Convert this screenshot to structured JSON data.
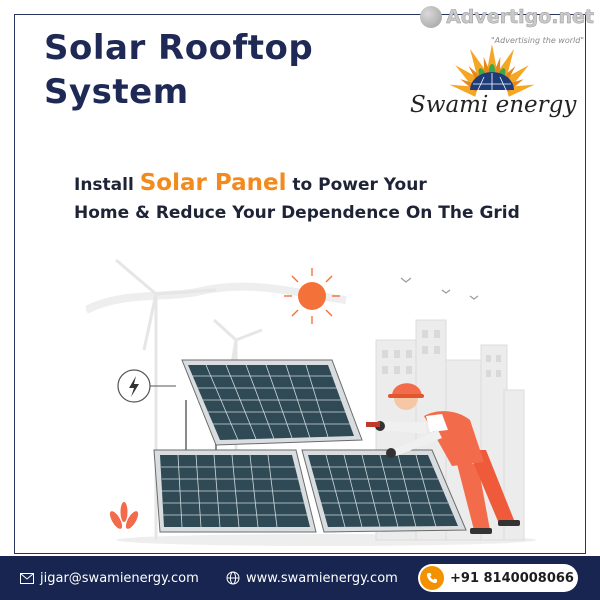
{
  "header": {
    "title_line1": "Solar Rooftop",
    "title_line2": "System"
  },
  "watermark": {
    "brand": "Advertigo.net",
    "tagline": "\"Advertising  the world\""
  },
  "logo": {
    "name": "Swami energy"
  },
  "headline": {
    "line1_prefix": "Install ",
    "line1_highlight": "Solar Panel",
    "line1_suffix": " to Power Your",
    "line2": "Home  & Reduce Your Dependence On The Grid"
  },
  "footer": {
    "email": "jigar@swamienergy.com",
    "website": "www.swamienergy.com",
    "phone": "+91 8140008066"
  },
  "colors": {
    "navy": "#172550",
    "accent_orange": "#f28a1d",
    "sun": "#f4713a"
  },
  "icons": [
    "mail-icon",
    "globe-icon",
    "phone-icon",
    "lightning-icon",
    "sun-icon"
  ]
}
